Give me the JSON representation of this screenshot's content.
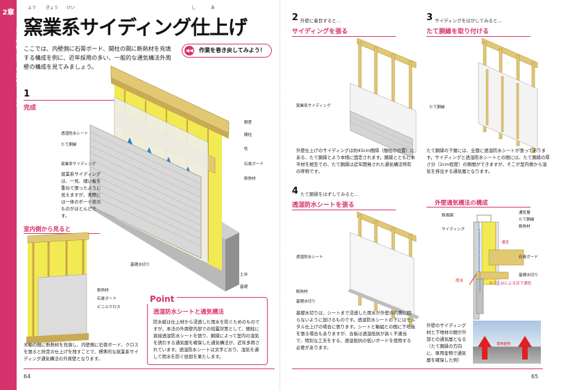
{
  "sidebar": {
    "chapter_num": "2章",
    "chapter_title": "在来軸組工法　各部のつくり方",
    "section": "窯業系サイディング仕上げ"
  },
  "title": {
    "main": "窯業系サイディング仕上げ",
    "ruby": [
      "よう",
      "ぎょう",
      "けい",
      "し",
      "あ"
    ]
  },
  "review_badge": {
    "icon": "◀◀",
    "text": "作業を巻き戻してみよう！"
  },
  "intro": "ここでは、内壁側に石膏ボード、間柱の間に断熱材を充填する構成を例に、近年採用の多い、一般的な通気構法外周壁の構成を見てみましょう。",
  "step1": {
    "num": "1",
    "label": "完成",
    "labels": {
      "moisture": "透湿防水シート",
      "batten": "たて胴縁",
      "siding": "窯業系サイディング",
      "column": "胴差",
      "stud": "間柱",
      "post": "柱",
      "plaster": "石膏ボード",
      "insul": "断熱材",
      "found": "基礎水切り",
      "sill": "土台",
      "footing": "基礎"
    },
    "note": "窯業系サイディングは、一見、細い板を重ねて張ったように見えますが、実際には一体のボード状のものがほとんどです。"
  },
  "interior": {
    "label": "室内側から見ると",
    "labels": {
      "insul": "断熱材",
      "plaster": "石膏ボード",
      "cloth": "ビニルクロス"
    },
    "note": "木軸の間に断熱材を充填し、内壁側に石膏ボード、クロスを張ると所定の仕上げを残すことで、標準的な窯業系サイディング通気構法の外周壁となります。"
  },
  "point": {
    "tag": "Point",
    "head": "透湿防水シートと通気構法",
    "text": "防水紙は仕上材から浸透した雨水を防ぐためのものですが、本法の外周壁内部での結露対策として、間柱に直接透湿防水シートを張り、胴縁によって室内の湿気を誘引する通気層を確保した通気構法が、近年多用されています。透湿防水シートは文字どおり、湿気を通して雨水を防ぐ役割を果たします。"
  },
  "step2": {
    "num": "2",
    "sub": "外壁に着目すると…",
    "label": "サイディングを張る",
    "label_in": "窯業系サイディング",
    "note": "外壁仕上げのサイディングは約45cm間隔（間柱の位置）にある、たて胴縁とよう本桟に固定されます。胴縁とともに水平材を相互での、たて胴縁は近年開発された通気構法特有の呼称です。"
  },
  "step3": {
    "num": "3",
    "sub": "サイディングをはがしてみると…",
    "label": "たて胴縁を取り付ける",
    "label_in": "たて胴縁",
    "note": "たて胴縁の下層には、全面に透湿防水シートが張ってあります。サイディングと透湿防水シートとの間には、たて胴縁の厚さ分（2cm程度）の隙間ができますが、そこが室内側から湿気を排出する通気層となります。"
  },
  "step4": {
    "num": "4",
    "sub": "たて胴縁をはずしてみると…",
    "label": "透湿防水シートを張る",
    "labels": {
      "sheet": "透湿防水シート",
      "insul": "断熱材",
      "found": "基礎水切り"
    },
    "note": "基礎水切りは、シートまで浸透した雨水が外壁の内側に回らないように設けるものです。透湿防水シートの下にはモルタル仕上げの場合に張ります。シートと軸組との間に下地板を張る場合もありますが、合板は透湿抵抗が高く不適当で、特別な工夫をする、透湿抵抗の低いボードを使用する必要があります。"
  },
  "detail": {
    "title": "外壁通気構法の構成",
    "tag": "断面図",
    "labels": {
      "vent": "通気層",
      "batten": "たて胴縁",
      "insul": "断熱材",
      "siding": "サイディング",
      "air": "通気",
      "plaster": "石膏ボード",
      "found": "基礎水切り",
      "rain": "雨水",
      "bottom": "ネコ土台による床下通気"
    }
  },
  "photo_note": "外壁のサイディング材と下地材の間が外部との通気層となる（たて胴縁の方向に、専用金物で通気層を確保した例）",
  "photo_label": "専用金物",
  "pages": {
    "left": "64",
    "right": "65"
  },
  "colors": {
    "accent": "#d6336c",
    "wood": "#e8d27a",
    "insul": "#f2ea52",
    "wall": "#e8e8e8"
  }
}
